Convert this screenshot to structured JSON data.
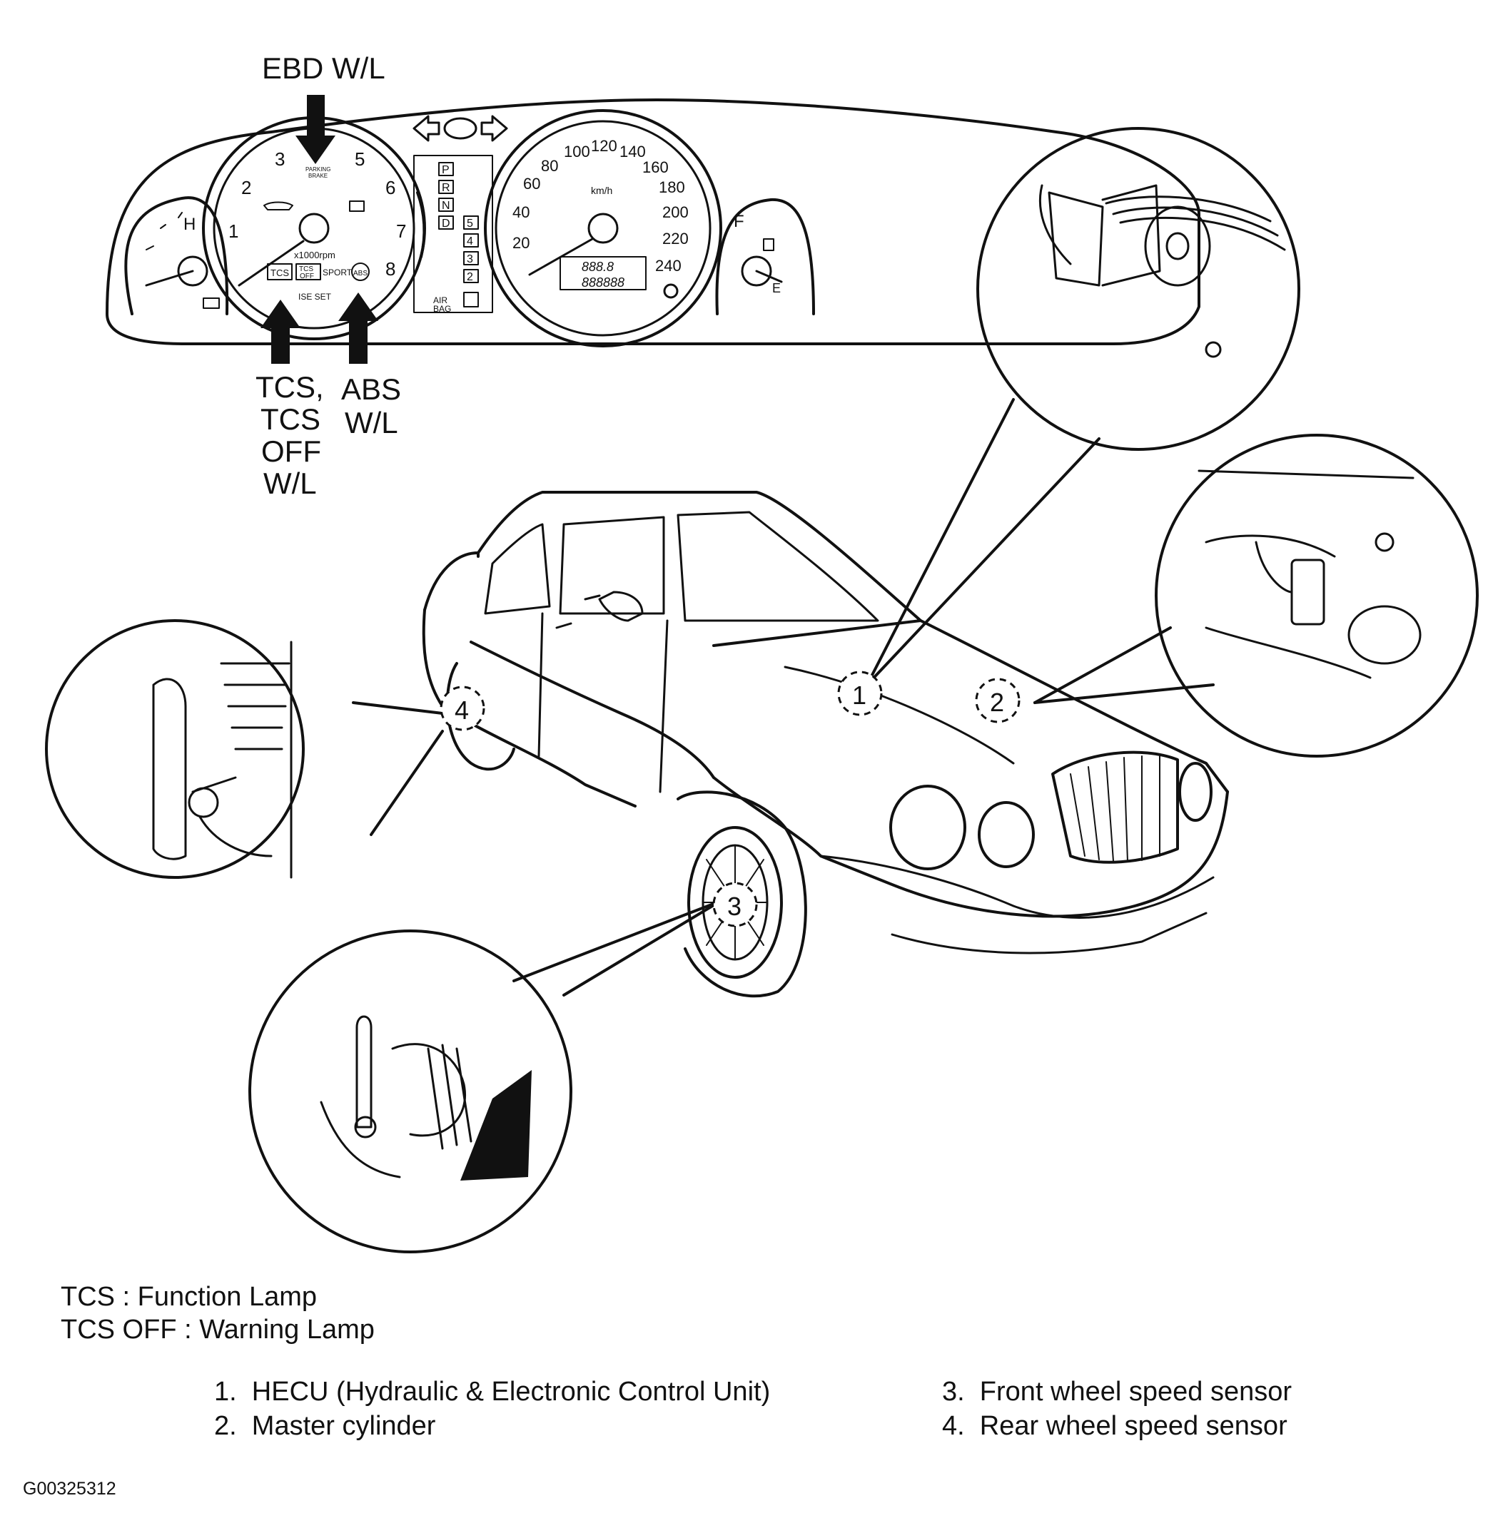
{
  "cluster": {
    "tach_numbers": [
      "1",
      "2",
      "3",
      "5",
      "6",
      "7",
      "8"
    ],
    "tach_unit": "x1000rpm",
    "speed_numbers": [
      "20",
      "40",
      "60",
      "80",
      "100",
      "120",
      "140",
      "160",
      "180",
      "200",
      "220",
      "240"
    ],
    "speed_unit": "km/h",
    "gears": [
      "P",
      "R",
      "N",
      "D",
      "5",
      "4",
      "3",
      "2"
    ],
    "tcs_box": "TCS",
    "tcs_off_box": "TCS\nOFF",
    "sport": "SPORT",
    "abs_lamp": "ABS",
    "cruise": "ISE  SET",
    "airbag": "AIR\nBAG",
    "brake_lamp": "PARKING\nBRAKE",
    "temp_h": "H",
    "fuel_f": "F",
    "fuel_e": "E",
    "odometer_top": "888.8",
    "odometer_bottom": "888888"
  },
  "labels": {
    "ebd": "EBD W/L",
    "tcs": [
      "TCS,",
      "TCS",
      "OFF",
      "W/L"
    ],
    "abs": [
      "ABS",
      "W/L"
    ]
  },
  "callouts": [
    "1",
    "2",
    "3",
    "4"
  ],
  "legend": {
    "lamps": [
      "TCS : Function Lamp",
      "TCS OFF : Warning Lamp"
    ],
    "parts_left": [
      "1.  HECU (Hydraulic & Electronic Control Unit)",
      "2.  Master cylinder"
    ],
    "parts_right": [
      "3.  Front wheel speed sensor",
      "4.  Rear wheel speed sensor"
    ]
  },
  "figure_id": "G00325312"
}
